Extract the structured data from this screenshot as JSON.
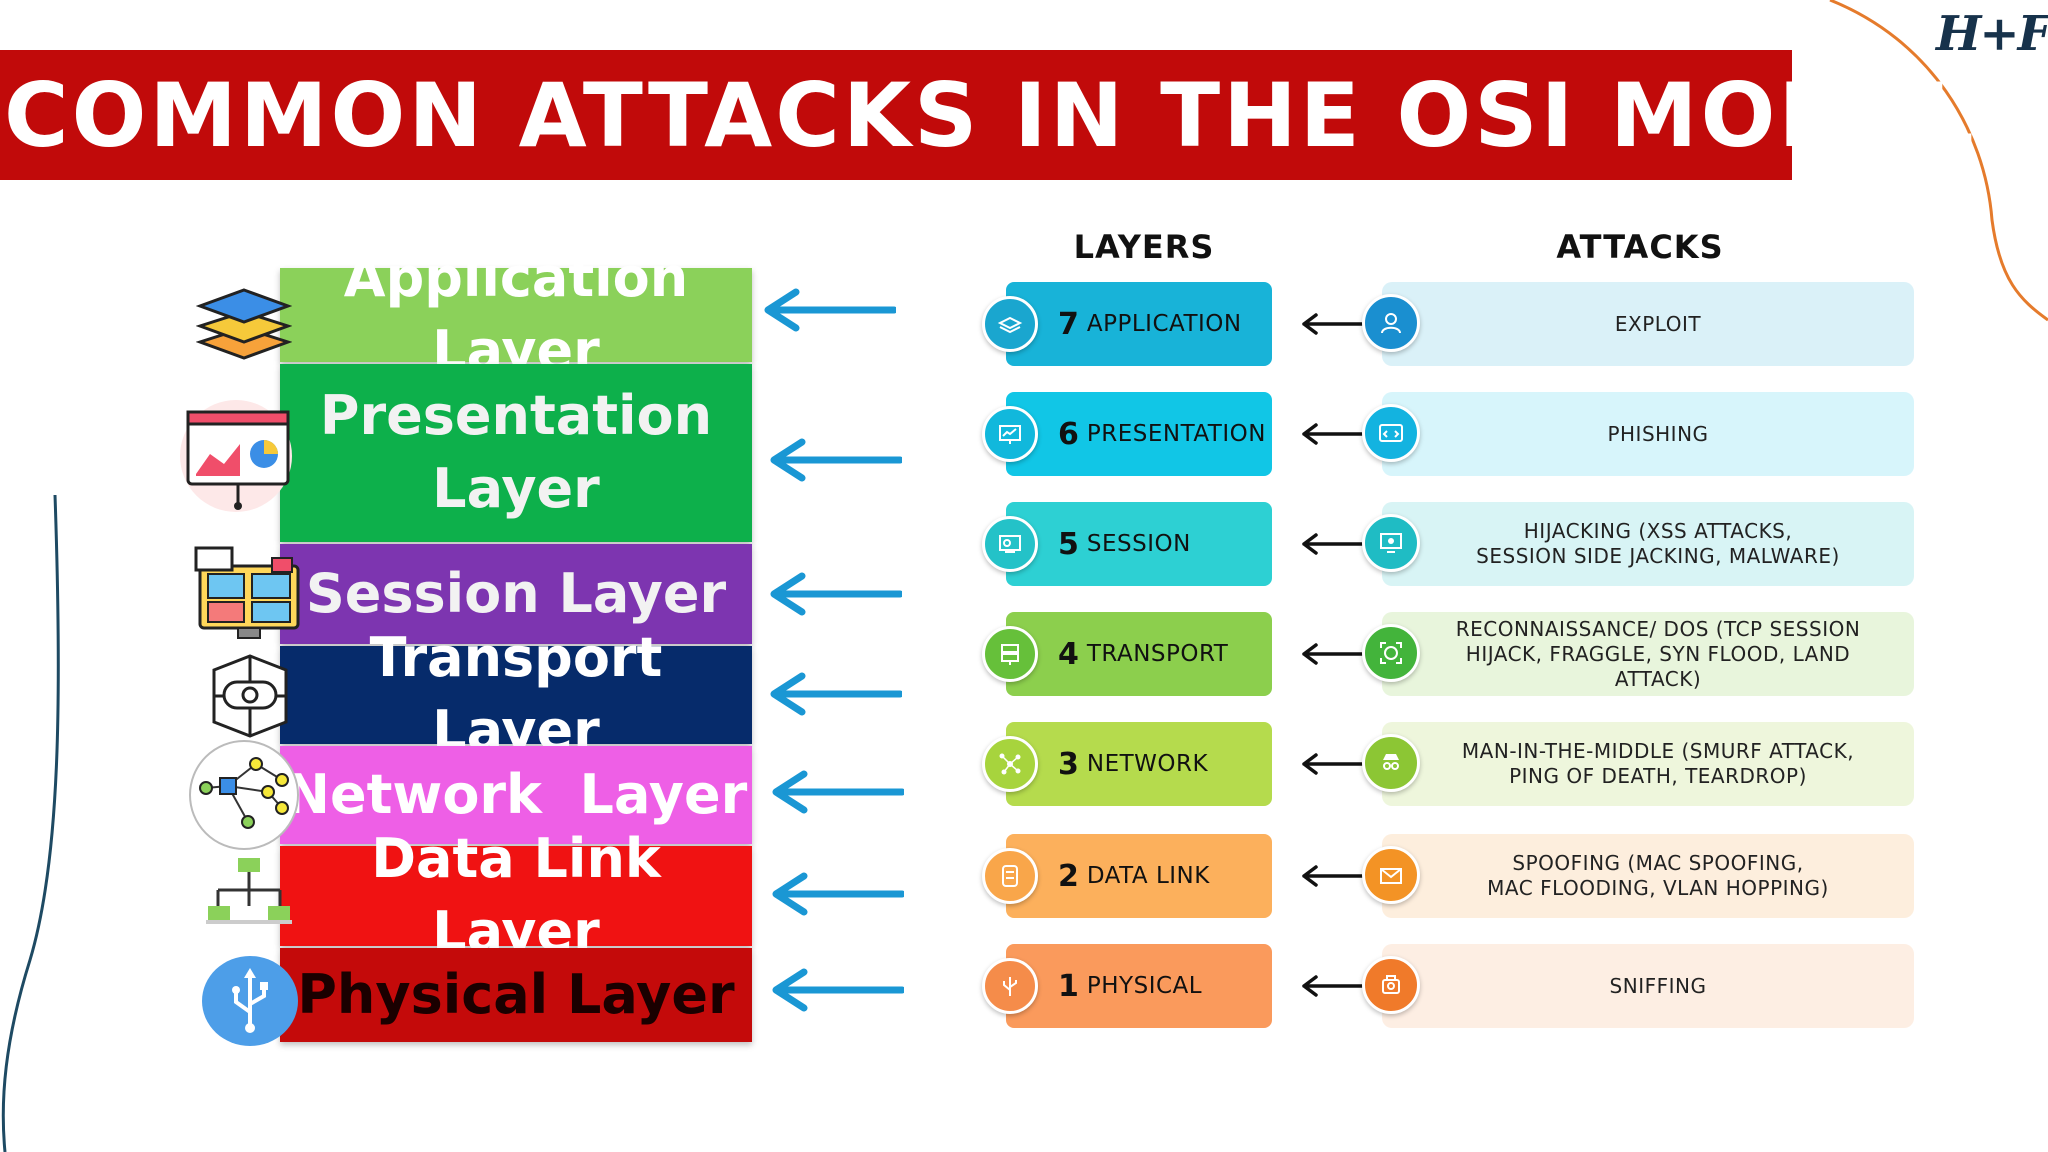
{
  "title": "COMMON ATTACKS IN THE OSI MODEL",
  "logo": "H+F",
  "colors": {
    "title_banner": "#c10a0a",
    "arrow_blue": "#1a97d4",
    "deco_orange": "#e57b2c",
    "deco_navy": "#1e4a63"
  },
  "stack": [
    {
      "label": "Application Layer",
      "bg": "#8bd15a",
      "fg": "#ffffff",
      "icon": "layers-icon"
    },
    {
      "label": "Presentation Layer",
      "lines": [
        "Presentation",
        "Layer"
      ],
      "bg": "#0db04b",
      "fg": "#f2f2f2",
      "icon": "presentation-board-icon"
    },
    {
      "label": "Session Layer",
      "bg": "#7d35b0",
      "fg": "#f2f2f2",
      "icon": "video-conference-icon"
    },
    {
      "label": "Transport Layer",
      "bg": "#062b6b",
      "fg": "#ffffff",
      "icon": "transport-network-icon"
    },
    {
      "label": "Network  Layer",
      "bg": "#ee5fe6",
      "fg": "#ffffff",
      "icon": "network-graph-icon"
    },
    {
      "label": "Data Link Layer",
      "bg": "#f01212",
      "fg": "#ffffff",
      "icon": "hierarchy-icon"
    },
    {
      "label": "Physical Layer",
      "bg": "#c40a0a",
      "fg": "#1a0000",
      "icon": "usb-icon"
    }
  ],
  "headers": {
    "layers": "LAYERS",
    "attacks": "ATTACKS"
  },
  "layers": [
    {
      "num": "7",
      "name": "APPLICATION",
      "color": "#18b3d8",
      "circle": "#1aa6cf",
      "icon": "layers-icon"
    },
    {
      "num": "6",
      "name": "PRESENTATION",
      "color": "#11c6e6",
      "circle": "#11b8dc",
      "icon": "chart-board-icon"
    },
    {
      "num": "5",
      "name": "SESSION",
      "color": "#2dd0d3",
      "circle": "#24c2c8",
      "icon": "session-monitor-icon"
    },
    {
      "num": "4",
      "name": "TRANSPORT",
      "color": "#8ccf4d",
      "circle": "#66c03a",
      "icon": "server-icon"
    },
    {
      "num": "3",
      "name": "NETWORK",
      "color": "#b5db4d",
      "circle": "#a7d43d",
      "icon": "network-nodes-icon"
    },
    {
      "num": "2",
      "name": "DATA LINK",
      "color": "#fcb05c",
      "circle": "#f9a64a",
      "icon": "data-link-icon"
    },
    {
      "num": "1",
      "name": "PHYSICAL",
      "color": "#fa9a5c",
      "circle": "#f58c4a",
      "icon": "usb-icon"
    }
  ],
  "attacks": [
    {
      "text": "EXPLOIT",
      "bg": "#daf1f8",
      "circle": "#1a8fd0",
      "icon": "hacker-icon"
    },
    {
      "text": "PHISHING",
      "bg": "#d7f5fb",
      "circle": "#13b3e0",
      "icon": "code-window-icon"
    },
    {
      "text": "HIJACKING (XSS ATTACKS,\nSESSION SIDE JACKING, MALWARE)",
      "bg": "#d8f4f5",
      "circle": "#1fbcc4",
      "icon": "monitor-bug-icon"
    },
    {
      "text": "RECONNAISSANCE/ DOS (TCP SESSION\nHIJACK, FRAGGLE, SYN FLOOD, LAND ATTACK)",
      "bg": "#e8f5dc",
      "circle": "#43b43b",
      "icon": "target-scan-icon"
    },
    {
      "text": "MAN-IN-THE-MIDDLE (SMURF ATTACK,\nPING OF DEATH, TEARDROP)",
      "bg": "#eef6dc",
      "circle": "#8cc634",
      "icon": "spy-icon"
    },
    {
      "text": "SPOOFING (MAC SPOOFING,\nMAC FLOODING, VLAN HOPPING)",
      "bg": "#fdeedd",
      "circle": "#f39325",
      "icon": "envelope-icon"
    },
    {
      "text": "SNIFFING",
      "bg": "#fdeee3",
      "circle": "#f07a2a",
      "icon": "sniffer-icon"
    }
  ]
}
